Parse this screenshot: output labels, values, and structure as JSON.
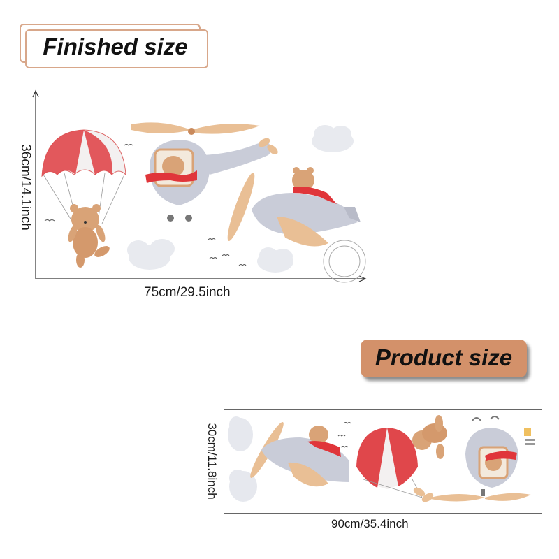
{
  "finished": {
    "label": "Finished size",
    "height_dimension": "36cm/14.1inch",
    "width_dimension": "75cm/29.5inch"
  },
  "product": {
    "label": "Product size",
    "height_dimension": "30cm/11.8inch",
    "width_dimension": "90cm/35.4inch"
  },
  "colors": {
    "badge_border": "#d8a78a",
    "badge_fill": "#d3916a",
    "parachute_red": "#e0474b",
    "bear_brown": "#d9a377",
    "aircraft_grey": "#c9ccd8",
    "propeller_tan": "#e9bf95",
    "scarf_red": "#e0353a"
  }
}
